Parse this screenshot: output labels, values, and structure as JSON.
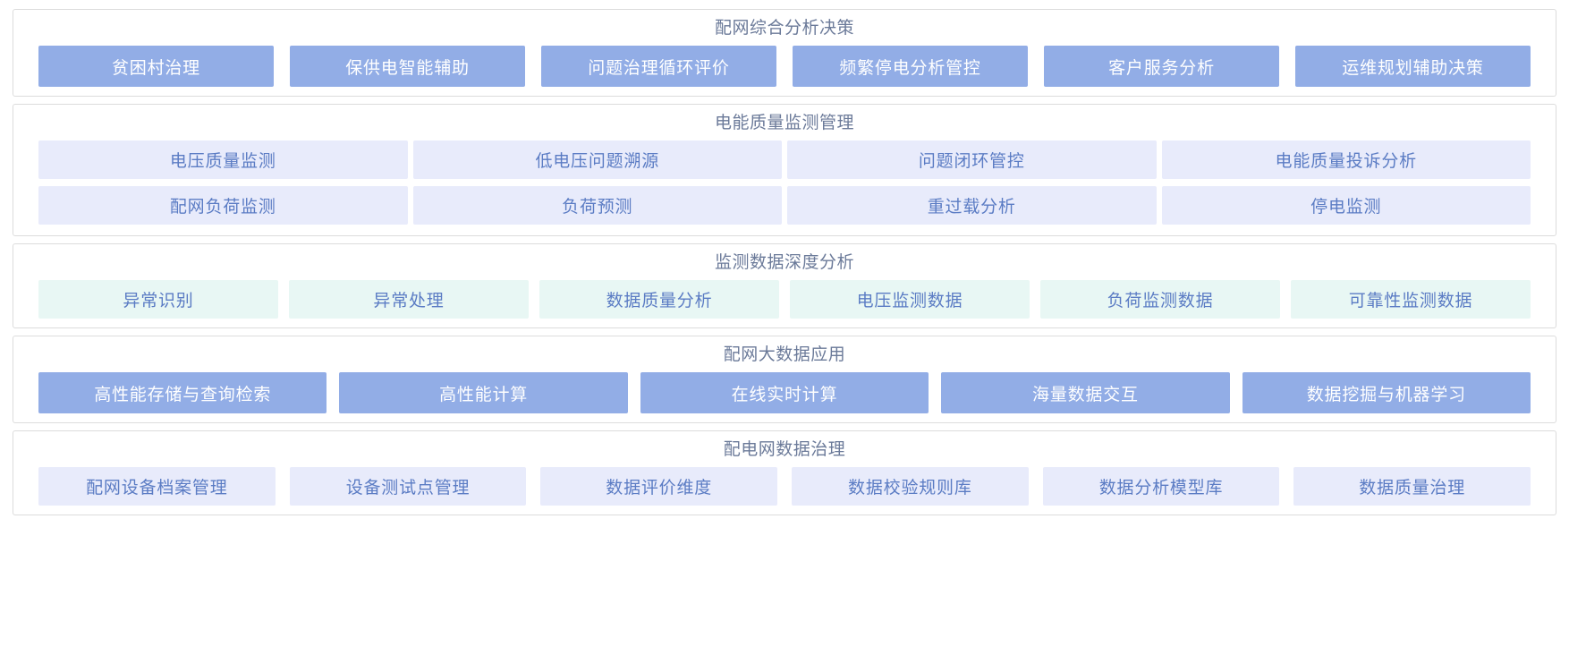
{
  "theme": {
    "panel_border": "#dcdcdc",
    "title_color": "#6b7a99",
    "chip_solid_bg": "#92ade6",
    "chip_solid_text": "#ffffff",
    "chip_lavender_bg": "#e8ebfb",
    "chip_mint_bg": "#e8f7f4",
    "chip_text_blue": "#5b7cc4",
    "page_bg": "#ffffff"
  },
  "sections": [
    {
      "title": "配网综合分析决策",
      "style": "solid",
      "rows": [
        [
          "贫困村治理",
          "保供电智能辅助",
          "问题治理循环评价",
          "频繁停电分析管控",
          "客户服务分析",
          "运维规划辅助决策"
        ]
      ]
    },
    {
      "title": "电能质量监测管理",
      "style": "lavender",
      "rows": [
        [
          "电压质量监测",
          "低电压问题溯源",
          "问题闭环管控",
          "电能质量投诉分析"
        ],
        [
          "配网负荷监测",
          "负荷预测",
          "重过载分析",
          "停电监测"
        ]
      ]
    },
    {
      "title": "监测数据深度分析",
      "style": "mint",
      "rows": [
        [
          "异常识别",
          "异常处理",
          "数据质量分析",
          "电压监测数据",
          "负荷监测数据",
          "可靠性监测数据"
        ]
      ]
    },
    {
      "title": "配网大数据应用",
      "style": "solid",
      "rows": [
        [
          "高性能存储与查询检索",
          "高性能计算",
          "在线实时计算",
          "海量数据交互",
          "数据挖掘与机器学习"
        ]
      ]
    },
    {
      "title": "配电网数据治理",
      "style": "lavender",
      "rows": [
        [
          "配网设备档案管理",
          "设备测试点管理",
          "数据评价维度",
          "数据校验规则库",
          "数据分析模型库",
          "数据质量治理"
        ]
      ]
    }
  ]
}
